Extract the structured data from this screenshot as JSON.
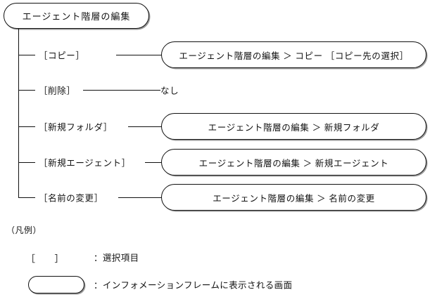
{
  "diagram": {
    "root": {
      "label": "エージェント階層の編集"
    },
    "branches": [
      {
        "label": "［コピー］",
        "target_type": "screen-box",
        "target": "エージェント階層の編集 ＞ コピー ［コピー先の選択］"
      },
      {
        "label": "［削除］",
        "target_type": "plain-text",
        "target": "なし"
      },
      {
        "label": "［新規フォルダ］",
        "target_type": "screen-box",
        "target": "エージェント階層の編集 ＞ 新規フォルダ"
      },
      {
        "label": "［新規エージェント］",
        "target_type": "screen-box",
        "target": "エージェント階層の編集 ＞ 新規エージェント"
      },
      {
        "label": "［名前の変更］",
        "target_type": "screen-box",
        "target": "エージェント階層の編集 ＞ 名前の変更"
      }
    ]
  },
  "legend": {
    "title": "（凡例）",
    "items": [
      {
        "symbol": "［　　］",
        "separator": "：",
        "description": "：選択項目"
      },
      {
        "symbol": "rounded-rectangle",
        "separator": "：",
        "description": "：インフォメーションフレームに表示される画面"
      }
    ]
  },
  "colors": {
    "line": "#111111",
    "shadow": "#9a9a9a",
    "background": "#ffffff"
  }
}
